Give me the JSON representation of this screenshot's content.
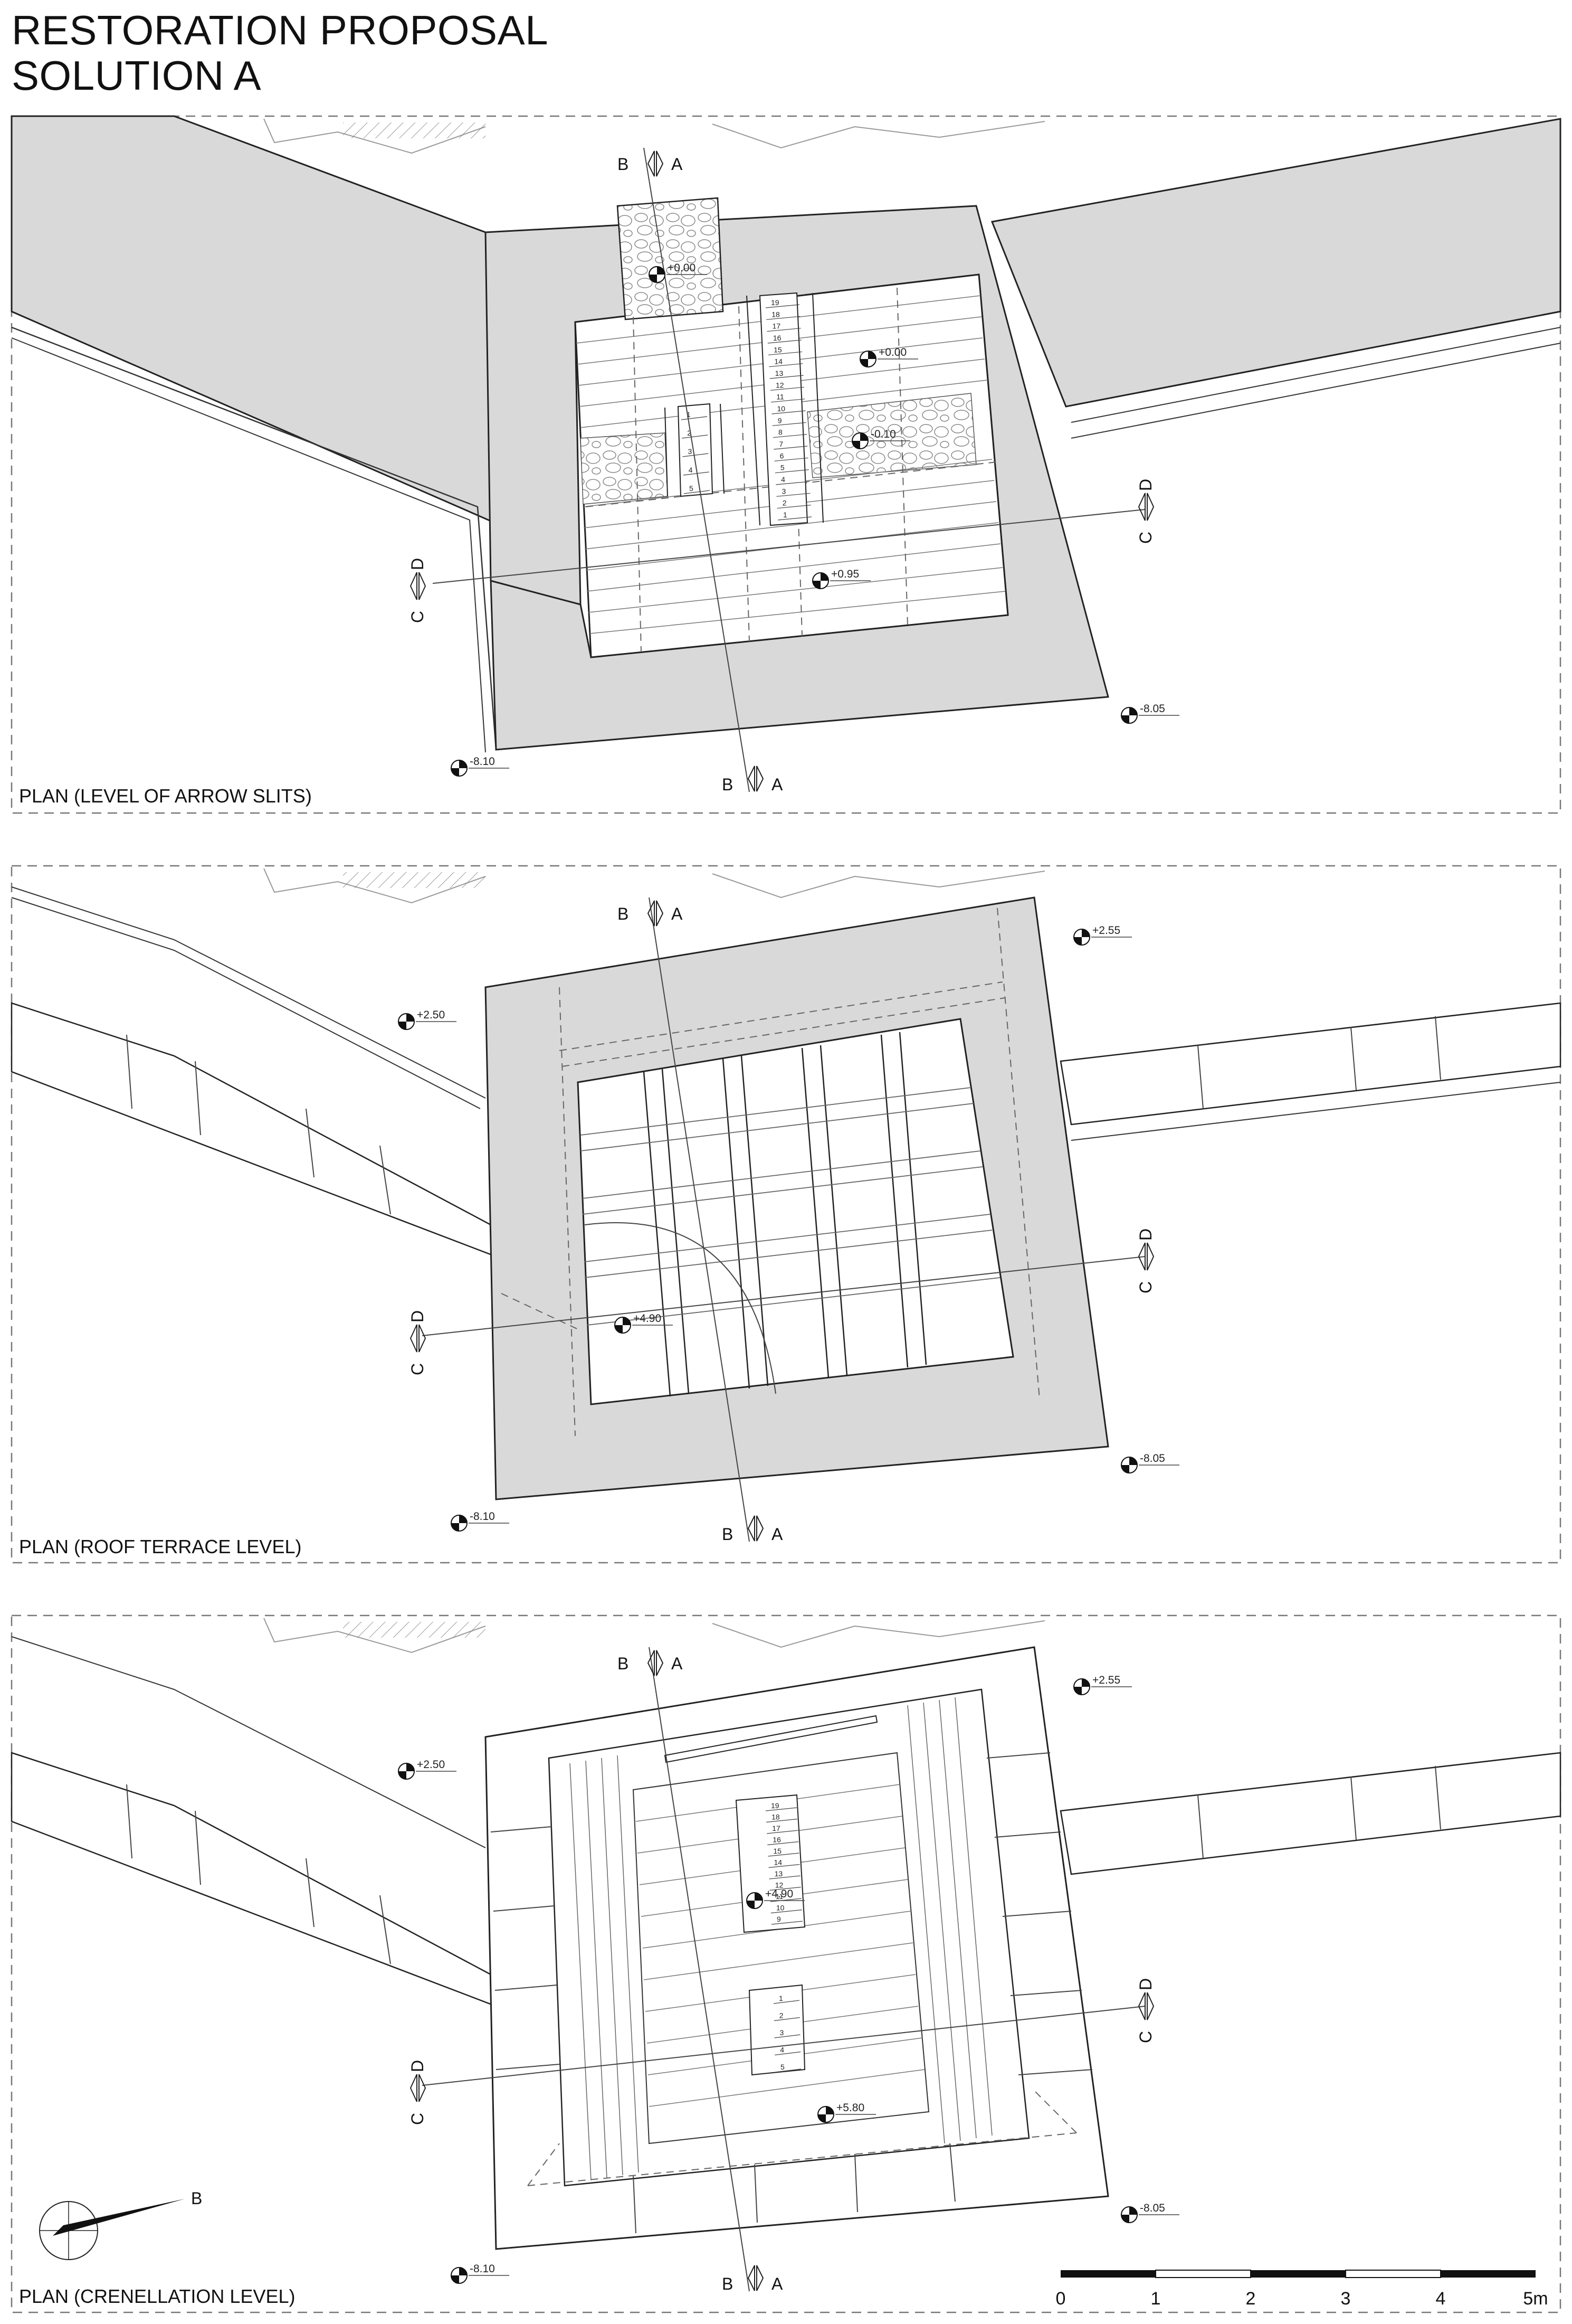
{
  "title": {
    "line1": "RESTORATION PROPOSAL",
    "line2": "SOLUTION A"
  },
  "panels": [
    {
      "caption": "PLAN (LEVEL OF ARROW SLITS)",
      "levels": [
        "+0.00",
        "+0.00",
        "-0.10",
        "+0.95",
        "-8.05",
        "-8.10"
      ],
      "stair_main_steps": [
        "19",
        "18",
        "17",
        "16",
        "15",
        "14",
        "13",
        "12",
        "11",
        "10",
        "9",
        "8",
        "7",
        "6",
        "5",
        "4",
        "3",
        "2",
        "1"
      ],
      "stair_small_steps": [
        "1",
        "2",
        "3",
        "4",
        "5"
      ]
    },
    {
      "caption": "PLAN (ROOF TERRACE LEVEL)",
      "levels": [
        "+2.55",
        "+2.50",
        "+4.90",
        "-8.05",
        "-8.10"
      ]
    },
    {
      "caption": "PLAN (CRENELLATION LEVEL)",
      "levels": [
        "+2.55",
        "+2.50",
        "+4.90",
        "+5.80",
        "-8.05",
        "-8.10"
      ],
      "stair_main_steps": [
        "19",
        "18",
        "17",
        "16",
        "15",
        "14",
        "13",
        "12",
        "11",
        "10",
        "9"
      ],
      "stair_small_steps": [
        "1",
        "2",
        "3",
        "4",
        "5"
      ]
    }
  ],
  "section_marks": {
    "b": "B",
    "a": "A",
    "c": "C",
    "d": "D"
  },
  "north_arrow_label": "B",
  "scale_bar": {
    "ticks": [
      "0",
      "1",
      "2",
      "3",
      "4"
    ],
    "end": "5m"
  },
  "colors": {
    "wall_fill": "#d9d9d9",
    "line": "#222222",
    "background": "#ffffff"
  }
}
